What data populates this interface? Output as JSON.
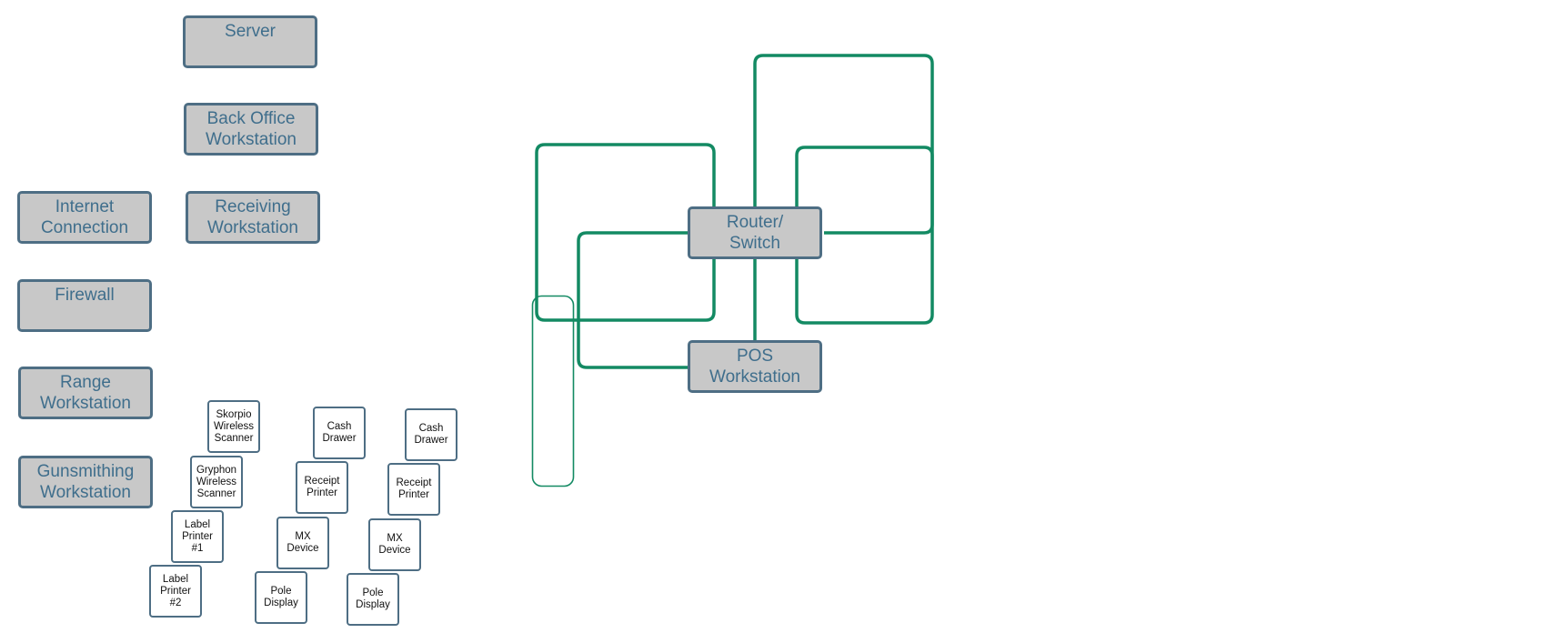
{
  "colors": {
    "node_fill": "#c8c8c8",
    "node_border": "#4e6e84",
    "node_text": "#3f6e8c",
    "connector": "#138a63"
  },
  "nodes": {
    "server": "Server",
    "back_office": "Back Office\nWorkstation",
    "internet": "Internet\nConnection",
    "receiving": "Receiving\nWorkstation",
    "firewall": "Firewall",
    "range": "Range\nWorkstation",
    "gunsmithing": "Gunsmithing\nWorkstation",
    "router": "Router/\nSwitch",
    "pos": "POS\nWorkstation"
  },
  "devices": {
    "skorpio": "Skorpio\nWireless\nScanner",
    "gryphon": "Gryphon\nWireless\nScanner",
    "label1": "Label\nPrinter\n#1",
    "label2": "Label\nPrinter\n#2",
    "cash1": "Cash\nDrawer",
    "receipt1": "Receipt\nPrinter",
    "mx1": "MX\nDevice",
    "pole1": "Pole\nDisplay",
    "cash2": "Cash\nDrawer",
    "receipt2": "Receipt\nPrinter",
    "mx2": "MX\nDevice",
    "pole2": "Pole\nDisplay"
  }
}
